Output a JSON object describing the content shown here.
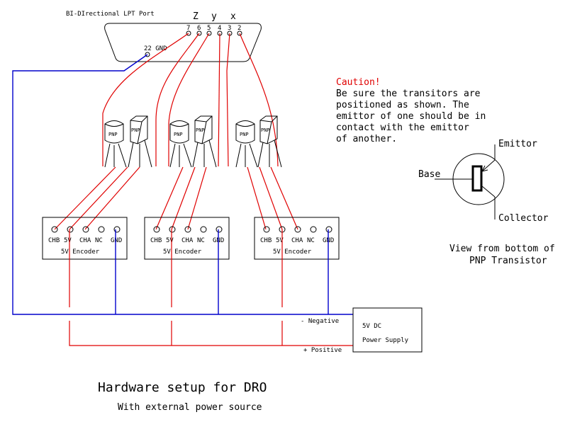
{
  "lpt_port": {
    "title": "BI-DIrectional LPT Port",
    "axis_labels": [
      "Z",
      "y",
      "x"
    ],
    "pins": [
      "7",
      "6",
      "5",
      "4",
      "3",
      "2"
    ],
    "gnd_label": "22 GND"
  },
  "transistors": {
    "label": "PNP",
    "count": 6
  },
  "encoders": [
    {
      "pins": [
        "CHB",
        "5V",
        "CHA",
        "NC",
        "GND"
      ],
      "label": "5V Encoder"
    },
    {
      "pins": [
        "CHB",
        "5V",
        "CHA",
        "NC",
        "GND"
      ],
      "label": "5V Encoder"
    },
    {
      "pins": [
        "CHB",
        "5V",
        "CHA",
        "NC",
        "GND"
      ],
      "label": "5V Encoder"
    }
  ],
  "caution": {
    "heading": "Caution!",
    "lines": [
      "Be sure the transitors are",
      "positioned as shown.  The",
      "emittor of one should be in",
      "contact with the emittor",
      "of another."
    ]
  },
  "pnp_symbol": {
    "emitter": "Emittor",
    "base": "Base",
    "collector": "Collector",
    "caption_line1": "View from bottom of",
    "caption_line2": "PNP Transistor"
  },
  "power_supply": {
    "line1": "5V DC",
    "line2": "Power Supply",
    "negative": "- Negative",
    "positive": "+ Positive"
  },
  "footer": {
    "title": "Hardware setup for DRO",
    "subtitle": "With external power source"
  },
  "colors": {
    "signal_wire": "#e00000",
    "ground_wire": "#0000cc",
    "caution_text": "#e00000"
  }
}
